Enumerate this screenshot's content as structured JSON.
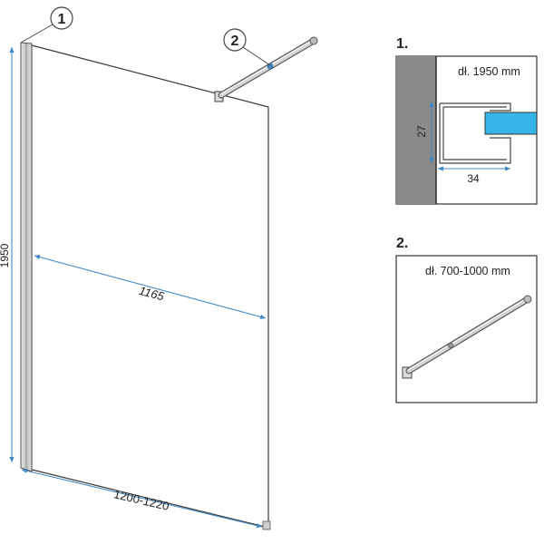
{
  "main_drawing": {
    "callout_1": "1",
    "callout_2": "2",
    "dim_height": "1950",
    "dim_panel_width": "1165",
    "dim_total_width": "1200-1220"
  },
  "detail_1": {
    "title": "1.",
    "length_label": "dł. 1950 mm",
    "dim_vertical": "27",
    "dim_horizontal": "34"
  },
  "detail_2": {
    "title": "2.",
    "length_label": "dł. 700-1000 mm"
  },
  "colors": {
    "dimension": "#3f88c5",
    "wall": "#8a8a8a",
    "glass_detail": "#35b5e8",
    "outline": "#333333"
  }
}
